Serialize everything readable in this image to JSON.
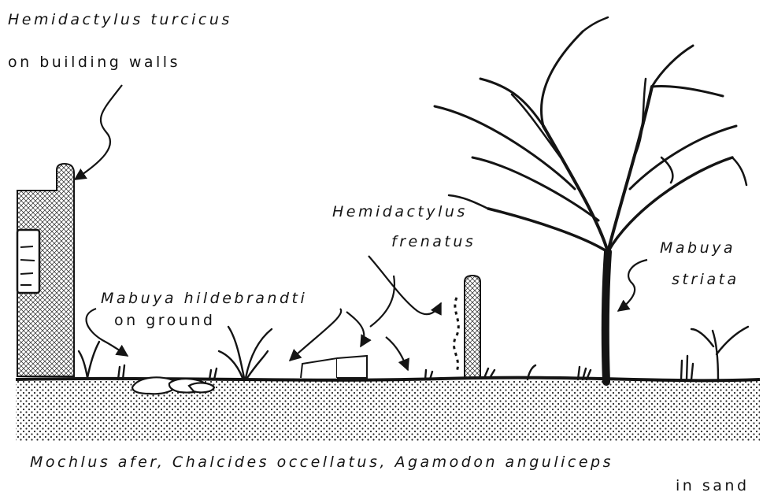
{
  "labels": {
    "hemidactylus_turcicus": "Hemidactylus turcicus",
    "turcicus_habitat": "on building walls",
    "hemidactylus_frenatus_1": "Hemidactylus",
    "hemidactylus_frenatus_2": "frenatus",
    "mabuya_striata_1": "Mabuya",
    "mabuya_striata_2": "striata",
    "mabuya_hildebrandti": "Mabuya hildebrandti",
    "hildebrandti_habitat": "on ground",
    "sand_species": "Mochlus afer, Chalcides occellatus, Agamodon anguliceps",
    "sand_habitat": "in sand"
  },
  "colors": {
    "ink": "#141414",
    "background": "#ffffff"
  }
}
